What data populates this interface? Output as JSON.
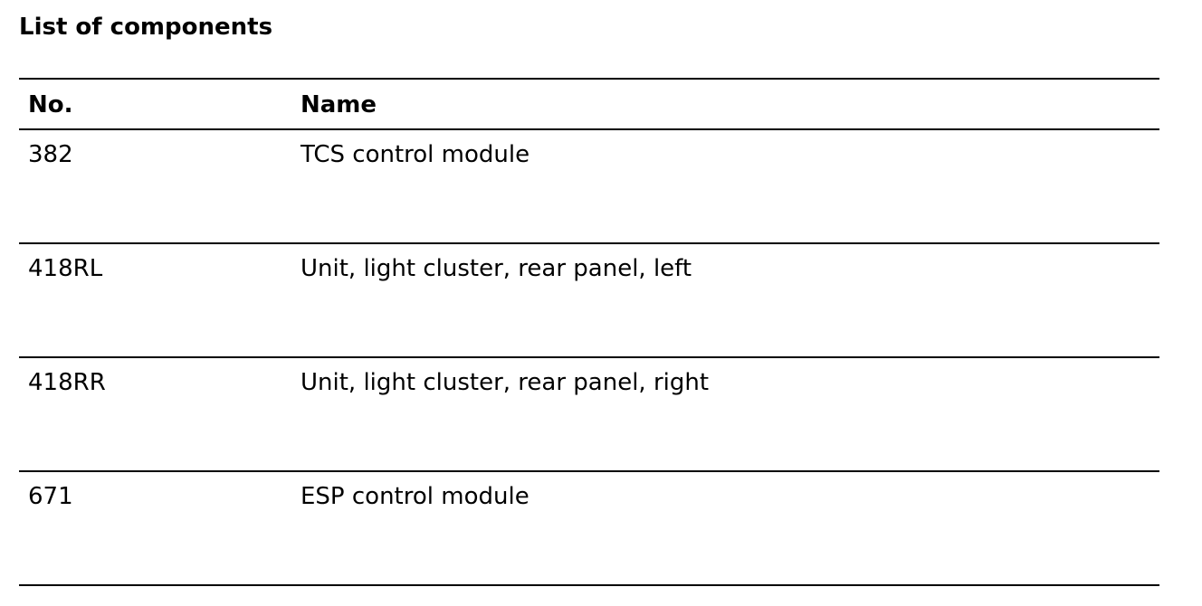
{
  "document": {
    "title": "List of components"
  },
  "table": {
    "headers": {
      "no": "No.",
      "name": "Name"
    },
    "rows": [
      {
        "no": "382",
        "name": "TCS control module"
      },
      {
        "no": "418RL",
        "name": "Unit, light cluster, rear panel, left"
      },
      {
        "no": "418RR",
        "name": "Unit, light cluster, rear panel, right"
      },
      {
        "no": "671",
        "name": "ESP control module"
      }
    ]
  }
}
